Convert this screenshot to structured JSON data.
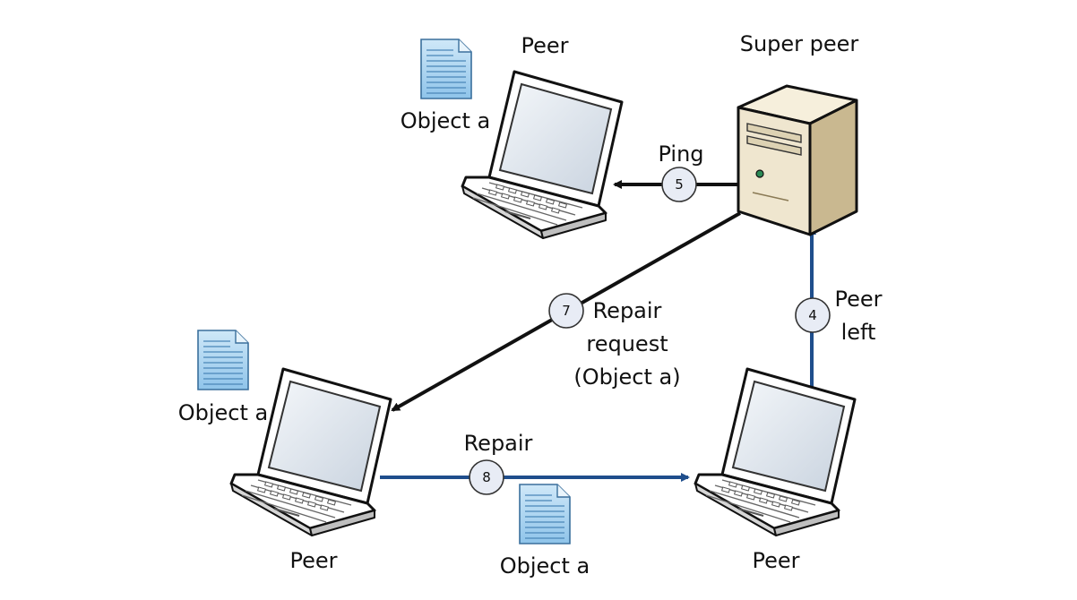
{
  "nodes": {
    "super_peer": {
      "label": "Super peer"
    },
    "peer_top": {
      "label": "Peer"
    },
    "peer_left": {
      "label": "Peer"
    },
    "peer_right": {
      "label": "Peer"
    }
  },
  "objects": {
    "top": {
      "label": "Object a"
    },
    "left": {
      "label": "Object a"
    },
    "middle": {
      "label": "Object a"
    }
  },
  "edges": {
    "ping": {
      "step": "5",
      "label": "Ping"
    },
    "repair_request": {
      "step": "7",
      "label_lines": [
        "Repair",
        "request",
        "(Object a)"
      ]
    },
    "peer_left_notice": {
      "step": "4",
      "label_lines": [
        "Peer",
        "left"
      ]
    },
    "repair": {
      "step": "8",
      "label": "Repair"
    }
  },
  "colors": {
    "black_arrow": "#111111",
    "blue_arrow": "#1f4e8c",
    "step_circle_fill": "#e8ecf5",
    "doc_fill": "#a9d3f0",
    "laptop_case": "#ffffff",
    "screen": "#dfe6ee",
    "server_face": "#efe6cf",
    "server_side": "#c9b890"
  }
}
